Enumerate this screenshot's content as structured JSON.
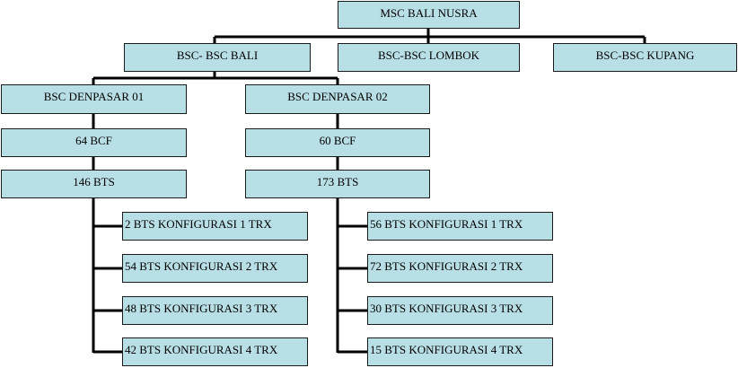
{
  "root": {
    "label": "MSC BALI NUSRA"
  },
  "bscs": [
    {
      "label": "BSC- BSC BALI"
    },
    {
      "label": "BSC-BSC LOMBOK"
    },
    {
      "label": "BSC-BSC KUPANG"
    }
  ],
  "denpasar": [
    {
      "label": "BSC DENPASAR 01",
      "bcf": "64 BCF",
      "bts": "146 BTS",
      "configs": [
        "2 BTS KONFIGURASI 1 TRX",
        "54 BTS KONFIGURASI 2 TRX",
        "48 BTS KONFIGURASI 3 TRX",
        "42 BTS KONFIGURASI 4 TRX"
      ]
    },
    {
      "label": "BSC DENPASAR 02",
      "bcf": "60 BCF",
      "bts": "173 BTS",
      "configs": [
        "56 BTS KONFIGURASI 1 TRX",
        "72 BTS KONFIGURASI 2 TRX",
        "30 BTS KONFIGURASI 3 TRX",
        "15 BTS KONFIGURASI 4 TRX"
      ]
    }
  ],
  "colors": {
    "box_fill": "#b9dfe6",
    "box_border": "#1a1a1a",
    "connector": "#000000"
  }
}
